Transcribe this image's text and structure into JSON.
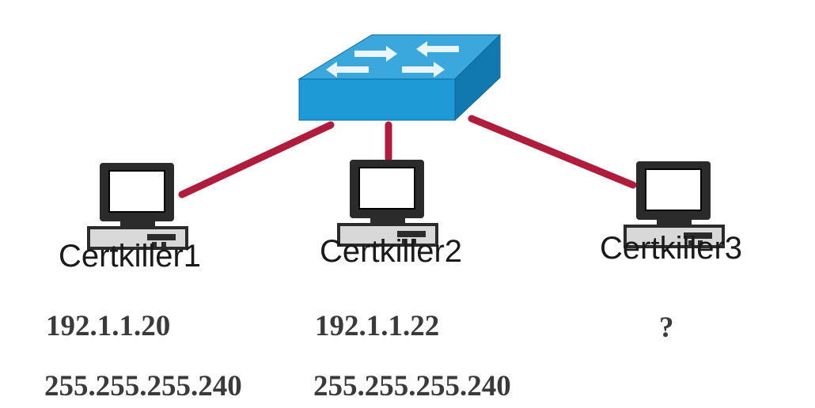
{
  "colors": {
    "link": "#b01c3c",
    "switch_top": "#3aa8dc",
    "switch_front": "#1e9ad6",
    "switch_side": "#1178b0",
    "pc_body": "#2b2b2b"
  },
  "switch": {
    "icon": "network-switch-icon"
  },
  "hosts": [
    {
      "name": "Certkiller1",
      "ip": "192.1.1.20",
      "mask": "255.255.255.240",
      "icon": "computer-icon"
    },
    {
      "name": "Certkiller2",
      "ip": "192.1.1.22",
      "mask": "255.255.255.240",
      "icon": "computer-icon"
    },
    {
      "name": "Certkiller3",
      "ip": "?",
      "mask": "",
      "icon": "computer-icon"
    }
  ]
}
